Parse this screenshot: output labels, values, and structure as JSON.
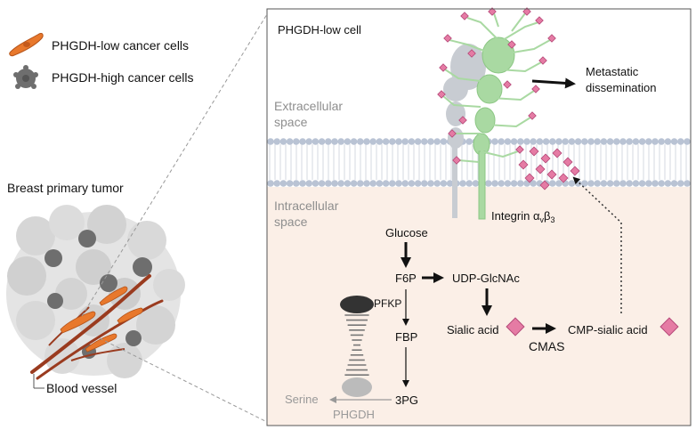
{
  "legend": {
    "low_label": "PHGDH-low cancer cells",
    "high_label": "PHGDH-high cancer cells"
  },
  "tumor": {
    "title": "Breast primary tumor",
    "vessel_label": "Blood vessel"
  },
  "panel": {
    "cell_title": "PHGDH-low cell",
    "extracellular_line1": "Extracellular",
    "extracellular_line2": "space",
    "intracellular_line1": "Intracellular",
    "intracellular_line2": "space",
    "metastatic_line1": "Metastatic",
    "metastatic_line2": "dissemination",
    "integrin_prefix": "Integrin α",
    "integrin_sub1": "v",
    "integrin_beta": "β",
    "integrin_sub2": "3"
  },
  "pathway": {
    "glucose": "Glucose",
    "f6p": "F6P",
    "udp_glcnac": "UDP-GlcNAc",
    "pfkp": "PFKP",
    "fbp": "FBP",
    "sialic_acid": "Sialic acid",
    "cmp_sialic_acid": "CMP-sialic acid",
    "cmas": "CMAS",
    "three_pg": "3PG",
    "serine": "Serine",
    "phgdh": "PHGDH"
  },
  "colors": {
    "orange_cell": "#e8782c",
    "gray_cell": "#6e6e6e",
    "membrane": "#b9c3d4",
    "intracellular_bg": "#fbefe7",
    "integrin_green": "#a9d9a2",
    "sialic_pink": "#e57ba4",
    "vessel": "#9a3b1f"
  }
}
